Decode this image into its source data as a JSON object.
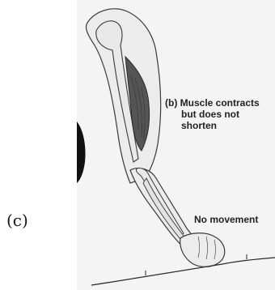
{
  "panel_letter": "(c)",
  "figure": {
    "label_b_line1": "(b) Muscle contracts",
    "label_b_line2": "but does not",
    "label_b_line3": "shorten",
    "label_no_movement": "No movement",
    "colors": {
      "background": "#f4f4f4",
      "bone_fill": "#e9e9e9",
      "outline": "#3a3a3a",
      "muscle": "#555555",
      "label_text": "#222222"
    }
  }
}
